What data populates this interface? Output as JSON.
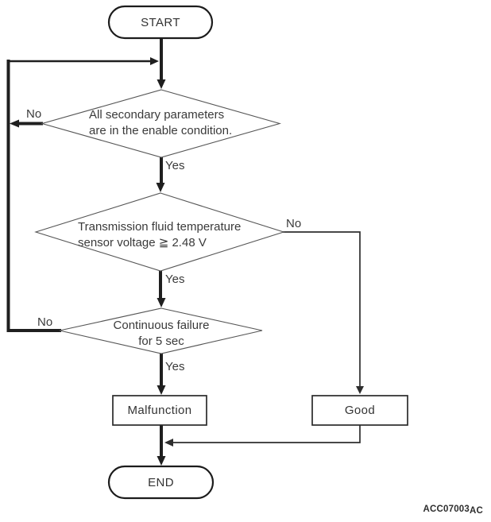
{
  "figure": {
    "code_main": "ACC07003",
    "code_suffix": "AC"
  },
  "colors": {
    "ink_thick_lines": "#1f1f1f",
    "ink_thin_lines": "#2e2e2e",
    "diamond_outline": "#565656",
    "text": "#3a3a3a",
    "background": "#ffffff"
  },
  "flowchart": {
    "start_label": "START",
    "end_label": "END",
    "decisions": [
      {
        "line1": "All secondary parameters",
        "line2": "are in the enable condition.",
        "yes_label": "Yes",
        "no_label": "No"
      },
      {
        "line1": "Transmission fluid temperature",
        "line2": "sensor voltage ≧ 2.48 V",
        "yes_label": "Yes",
        "no_label": "No"
      },
      {
        "line1": "Continuous failure",
        "line2": "for 5 sec",
        "yes_label": "Yes",
        "no_label": "No"
      }
    ],
    "outcomes": {
      "malfunction": "Malfunction",
      "good": "Good"
    }
  }
}
